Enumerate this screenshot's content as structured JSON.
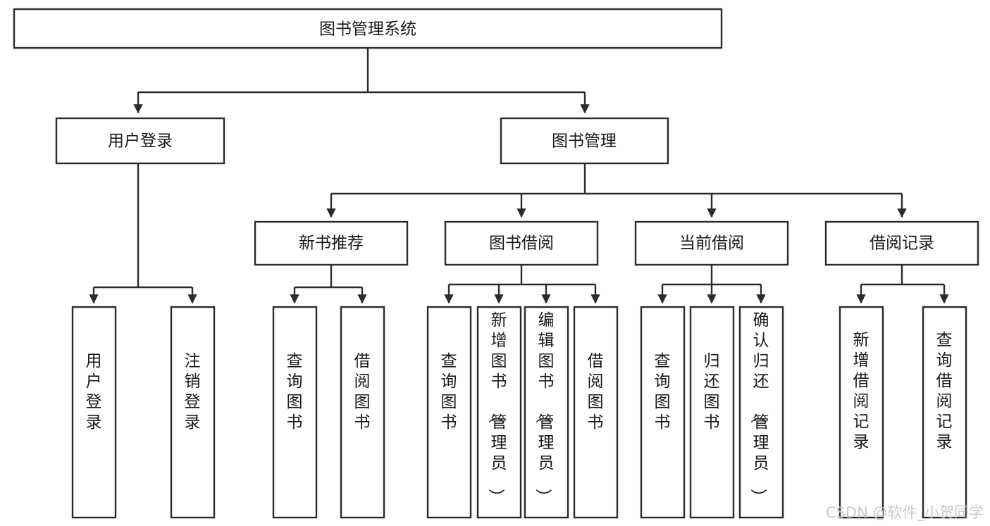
{
  "diagram": {
    "title": "图书管理系统",
    "type": "tree-hierarchy-chart",
    "root": {
      "id": "root",
      "label": "图书管理系统"
    },
    "level2": [
      {
        "id": "user-login",
        "label": "用户登录"
      },
      {
        "id": "book-management",
        "label": "图书管理"
      }
    ],
    "level3": [
      {
        "id": "new-book-recommend",
        "label": "新书推荐",
        "parent": "book-management"
      },
      {
        "id": "book-borrow",
        "label": "图书借阅",
        "parent": "book-management"
      },
      {
        "id": "current-borrow",
        "label": "当前借阅",
        "parent": "book-management"
      },
      {
        "id": "borrow-record",
        "label": "借阅记录",
        "parent": "book-management"
      }
    ],
    "leaves": [
      {
        "id": "leaf-user-login",
        "label": "用户登录",
        "parent": "user-login"
      },
      {
        "id": "leaf-logout-login",
        "label": "注销登录",
        "parent": "user-login"
      },
      {
        "id": "leaf-query-book-1",
        "label": "查询图书",
        "parent": "new-book-recommend"
      },
      {
        "id": "leaf-borrow-book-1",
        "label": "借阅图书",
        "parent": "new-book-recommend"
      },
      {
        "id": "leaf-query-book-2",
        "label": "查询图书",
        "parent": "book-borrow"
      },
      {
        "id": "leaf-add-book",
        "label": "新增图书（管理员）",
        "parent": "book-borrow"
      },
      {
        "id": "leaf-edit-book",
        "label": "编辑图书（管理员）",
        "parent": "book-borrow"
      },
      {
        "id": "leaf-borrow-book-2",
        "label": "借阅图书",
        "parent": "book-borrow"
      },
      {
        "id": "leaf-query-book-3",
        "label": "查询图书",
        "parent": "current-borrow"
      },
      {
        "id": "leaf-return-book",
        "label": "归还图书",
        "parent": "current-borrow"
      },
      {
        "id": "leaf-confirm-return",
        "label": "确认归还（管理员）",
        "parent": "current-borrow"
      },
      {
        "id": "leaf-add-record",
        "label": "新增借阅记录",
        "parent": "borrow-record"
      },
      {
        "id": "leaf-query-record",
        "label": "查询借阅记录",
        "parent": "borrow-record"
      }
    ],
    "colors": {
      "stroke": "#2b2b2b",
      "fill": "#ffffff",
      "text": "#1a1a1a",
      "watermark": "#c9c9c9"
    }
  },
  "watermark": {
    "text": "CSDN @软件_小贺同学"
  }
}
